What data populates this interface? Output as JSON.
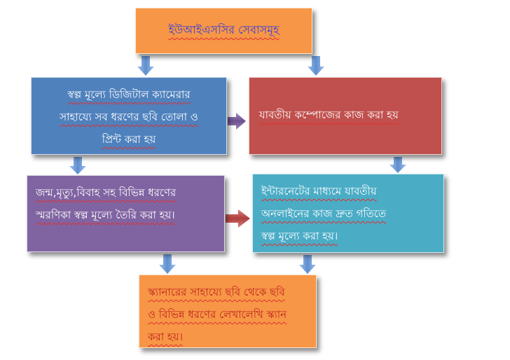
{
  "colors": {
    "orange": "#f79646",
    "blue": "#4f81bd",
    "red": "#c0504d",
    "purple": "#8064a2",
    "aqua": "#4bacc6",
    "arrow_blue": "#7fa9dc",
    "arrow_purple": "#7a5e9a",
    "arrow_red": "#c0504d"
  },
  "title": "ইউআইএসসির সেবাসমূহ",
  "boxes": {
    "camera": "স্বল্প মূল্যে ডিজিটাল ক্যামেরার\nসাহায্যে সব ধরণের ছবি তোলা ও\nপ্রিন্ট করা হয়",
    "compose": "যাবতীয় কম্পোজের কাজ করা হয়",
    "souvenir": "জন্ম,মৃত্যু,বিবাহ সহ বিভিন্ন ধরণের\nস্মরণিকা স্বল্প মূল্যে তৈরি করা হয়।",
    "internet": "ইন্টারনেটের মাধ্যমে যাবতীয়\nঅনলাইনের কাজ দ্রুত গতিতে\nস্বল্প মূল্যে করা হয়।",
    "scan": "স্ক্যানারের সাহায্যে ছবি থেকে ছবি\nও বিভিন্ন ধরণের লেখালেখি স্ক্যান\nকরা হয়।"
  }
}
